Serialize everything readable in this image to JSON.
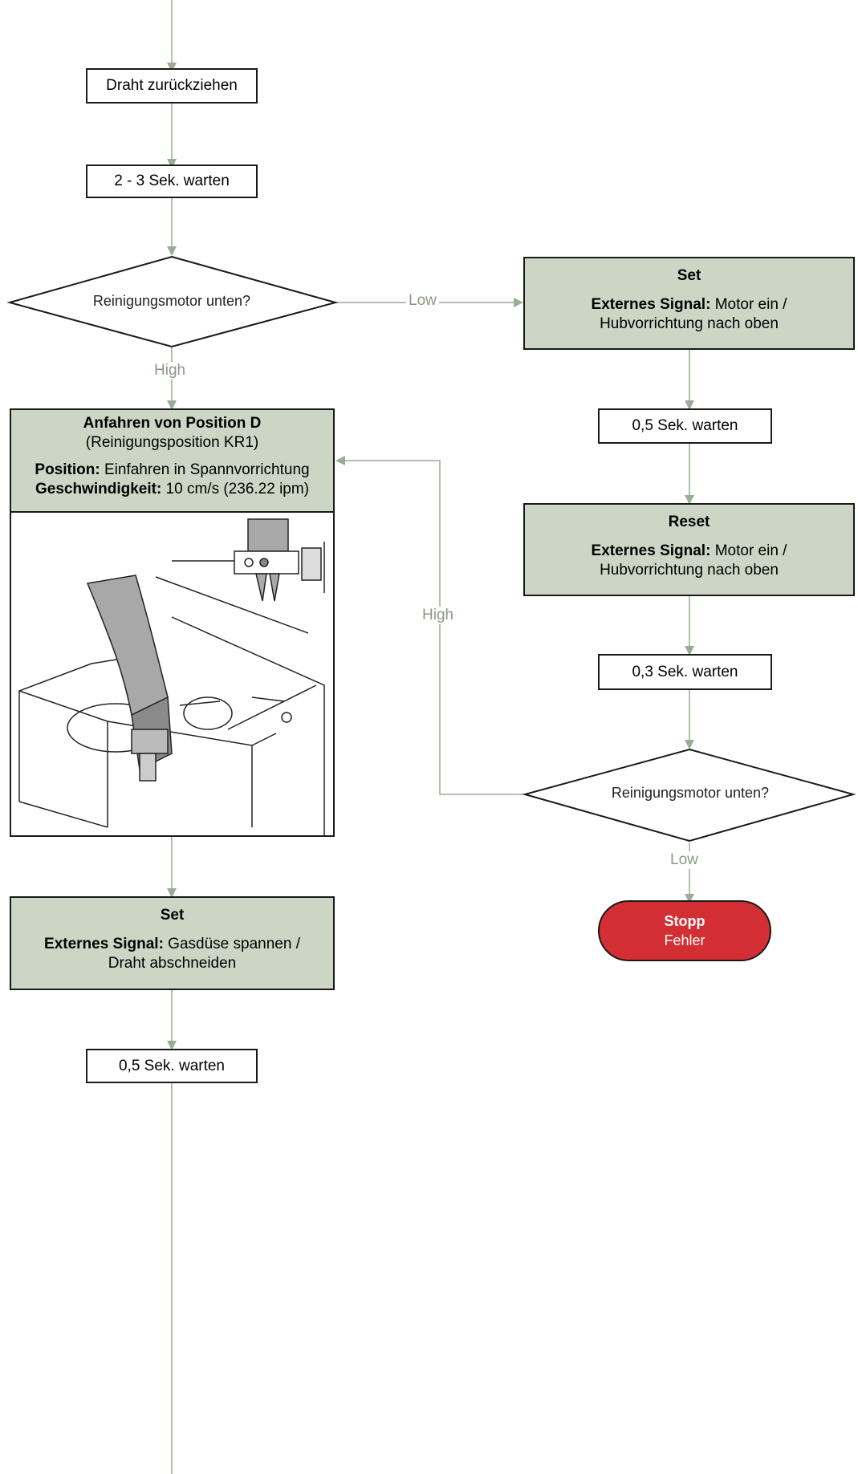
{
  "nodes": {
    "draht_zurueck": "Draht zurückziehen",
    "wait_2_3": "2 - 3 Sek. warten",
    "decision1": "Reinigungsmotor unten?",
    "decision2": "Reinigungsmotor unten?",
    "set1": {
      "title": "Set",
      "label": "Externes Signal:",
      "text1": " Motor ein /",
      "text2": "Hubvorrichtung nach oben"
    },
    "wait_05_right": "0,5 Sek. warten",
    "reset": {
      "title": "Reset",
      "label": "Externes Signal:",
      "text1": " Motor ein /",
      "text2": "Hubvorrichtung nach oben"
    },
    "wait_03": "0,3 Sek. warten",
    "position_d": {
      "title": "Anfahren von Position D",
      "subtitle": "(Reinigungsposition KR1)",
      "pos_label": "Position:",
      "pos_text": " Einfahren in Spannvorrichtung",
      "speed_label": "Geschwindigkeit:",
      "speed_text": " 10 cm/s (236.22 ipm)"
    },
    "set2": {
      "title": "Set",
      "label": "Externes Signal:",
      "text1": " Gasdüse spannen /",
      "text2": "Draht abschneiden"
    },
    "wait_05_left": "0,5 Sek. warten",
    "stop": {
      "line1": "Stopp",
      "line2": "Fehler"
    }
  },
  "edges": {
    "low1": "Low",
    "high1": "High",
    "high2": "High",
    "low2": "Low"
  },
  "colors": {
    "connector": "#9aab96",
    "action_fill": "#cdd6c5",
    "stop_fill": "#d42e35"
  }
}
